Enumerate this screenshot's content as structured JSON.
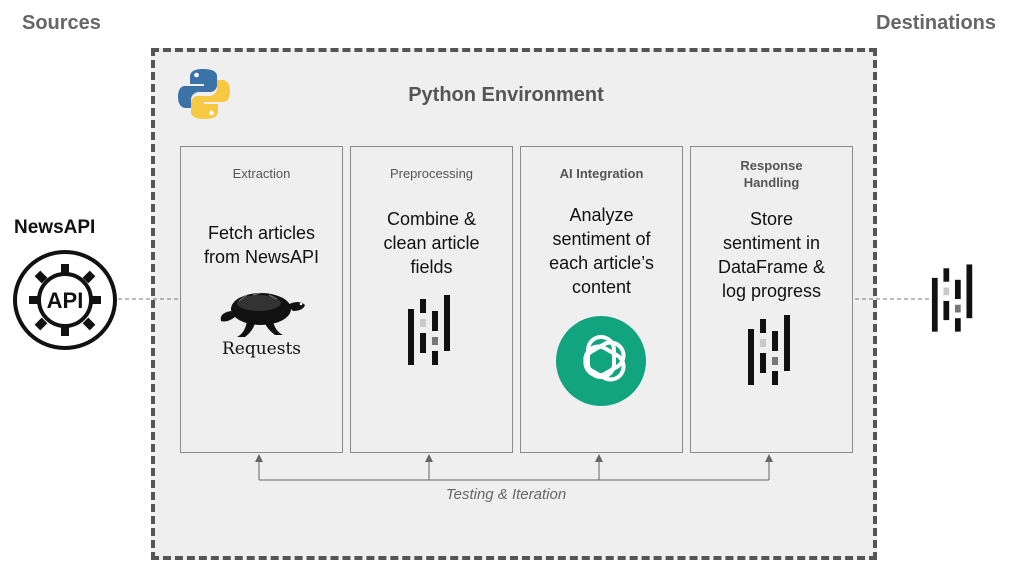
{
  "labels": {
    "sources": "Sources",
    "destinations": "Destinations",
    "environment": "Python Environment",
    "source_name": "NewsAPI",
    "api_badge": "API",
    "feedback": "Testing & Iteration"
  },
  "stages": [
    {
      "label": "Extraction",
      "description": [
        "Fetch articles",
        "from NewsAPI"
      ],
      "logo_text": "Requests",
      "icon": "requests-turtle-logo"
    },
    {
      "label": "Preprocessing",
      "description": [
        "Combine &",
        "clean article",
        "fields"
      ],
      "icon": "pandas-logo"
    },
    {
      "label": "AI Integration",
      "description": [
        "Analyze",
        "sentiment of",
        "each article’s",
        "content"
      ],
      "icon": "openai-logo"
    },
    {
      "label_lines": [
        "Response",
        "Handling"
      ],
      "description": [
        "Store",
        "sentiment in",
        "DataFrame &",
        "log progress"
      ],
      "icon": "pandas-logo"
    }
  ],
  "colors": {
    "openai": "#12a37f",
    "python_blue": "#3b73a8",
    "python_yellow": "#f7c842"
  }
}
